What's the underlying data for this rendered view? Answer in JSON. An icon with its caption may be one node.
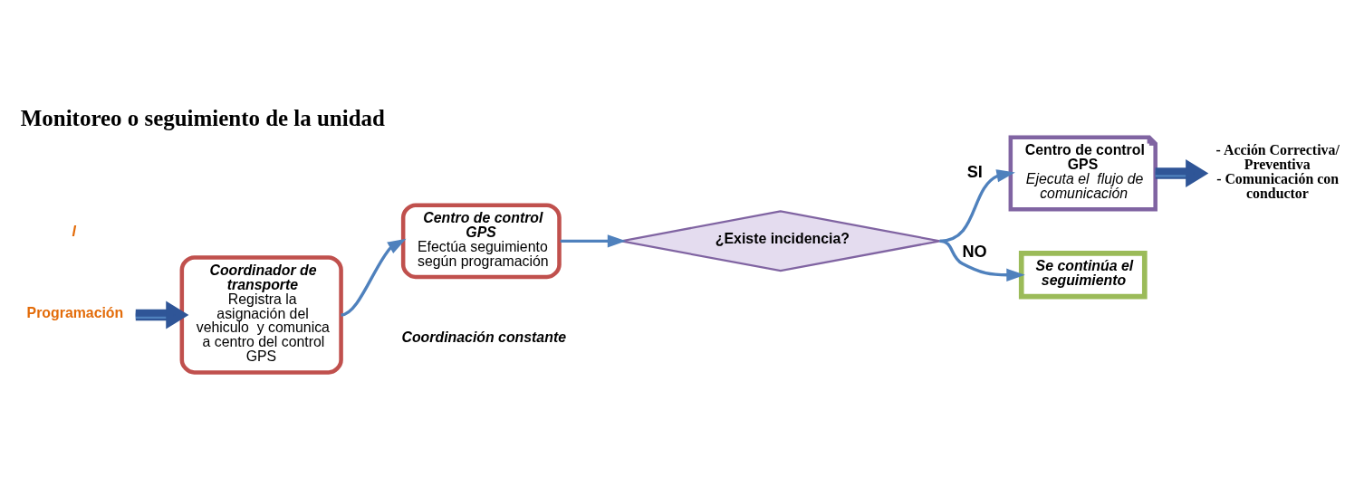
{
  "diagram": {
    "title": "Monitoreo o seguimiento de la unidad",
    "nodes": [
      {
        "text": [
          "Programación"
        ]
      },
      {
        "text": [
          "Coordinador de transporte",
          "Registra la asignación del vehiculo  y comunica a centro del control GPS"
        ]
      },
      {
        "text": [
          "Centro de control GPS",
          "Efectúa seguimiento según programación"
        ]
      },
      {
        "text": [
          "¿Existe incidencia?"
        ]
      },
      {
        "text": [
          "Centro de control GPS",
          "Ejecuta el  flujo de comunicación"
        ]
      },
      {
        "text": [
          "- Acción Correctiva/ Preventiva",
          "- Comunicación con conductor"
        ]
      },
      {
        "text": [
          "Se continúa el seguimiento"
        ]
      }
    ],
    "edges": [
      {
        "from": 0,
        "to": 1,
        "arrow": "to",
        "style": "thick"
      },
      {
        "from": 1,
        "to": 2,
        "arrow": "to"
      },
      {
        "from": 2,
        "to": 3,
        "arrow": "to"
      },
      {
        "from": 3,
        "to": 4,
        "arrow": "to",
        "label": "SI"
      },
      {
        "from": 4,
        "to": 5,
        "arrow": "to",
        "style": "thick"
      },
      {
        "from": 3,
        "to": 6,
        "arrow": "to",
        "label": "NO"
      }
    ],
    "labels": [
      "l",
      "Coordinación constante"
    ]
  }
}
